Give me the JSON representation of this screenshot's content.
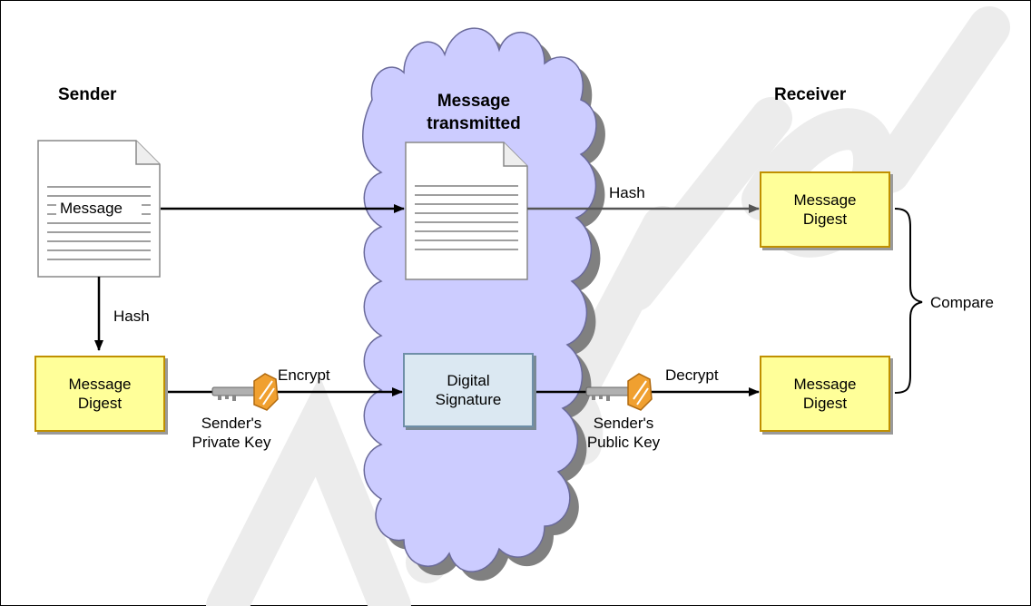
{
  "headers": {
    "sender": "Sender",
    "transmitted": "Message\ntransmitted",
    "receiver": "Receiver"
  },
  "sender": {
    "document_label": "Message",
    "hash_label": "Hash",
    "digest_label": "Message\nDigest",
    "encrypt_label": "Encrypt",
    "key_label": "Sender's\nPrivate Key"
  },
  "transmitted": {
    "signature_label": "Digital\nSignature"
  },
  "receiver": {
    "hash_label": "Hash",
    "digest_top_label": "Message\nDigest",
    "decrypt_label": "Decrypt",
    "key_label": "Sender's\nPublic Key",
    "digest_bottom_label": "Message\nDigest",
    "compare_label": "Compare"
  },
  "colors": {
    "cloud_fill": "#ccccff",
    "cloud_shadow": "#808080",
    "digest_fill": "#ffff99",
    "digest_border": "#c09000",
    "signature_fill": "#dbe8f2",
    "key_gold": "#f0a030",
    "watermark": "#e8e8e8"
  }
}
